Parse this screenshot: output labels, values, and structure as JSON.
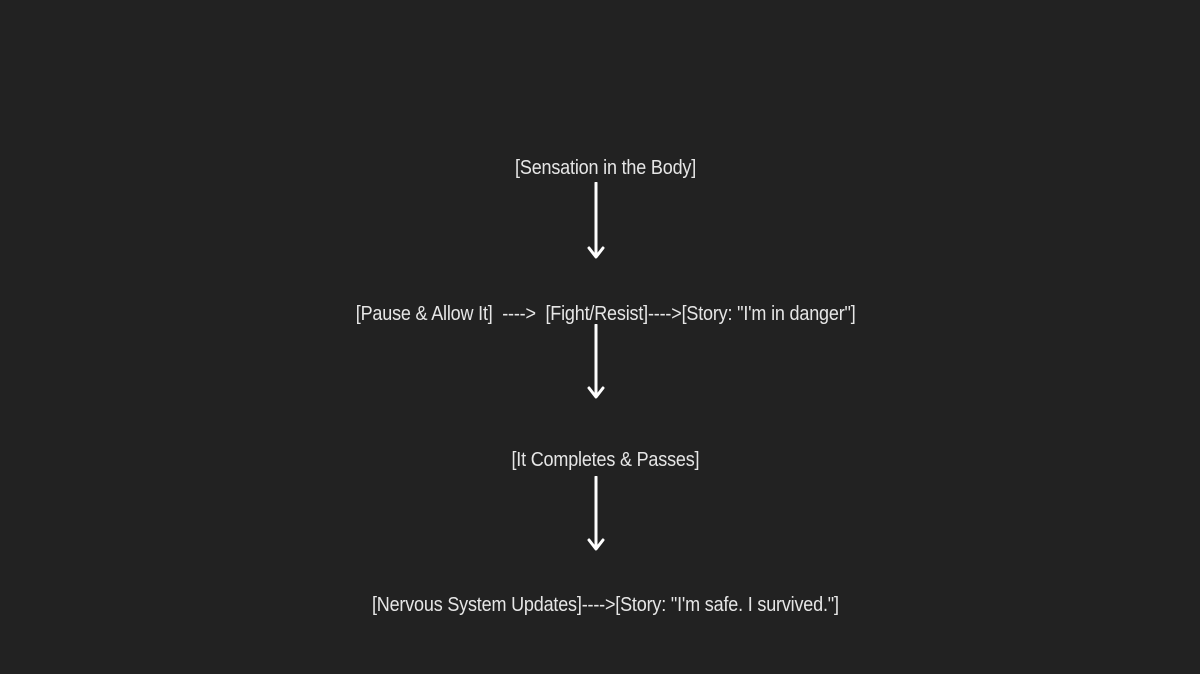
{
  "nodes": {
    "sensation": "[Sensation in the Body]",
    "row2": "[Pause & Allow It]  ---->  [Fight/Resist]---->[Story: \"I'm in danger\"]",
    "completes": "[It Completes & Passes]",
    "row4": "[Nervous System Updates]---->[Story: \"I'm safe. I survived.\"]"
  },
  "colors": {
    "background": "#222222",
    "text": "#e6e6e6",
    "arrow": "#ffffff"
  }
}
